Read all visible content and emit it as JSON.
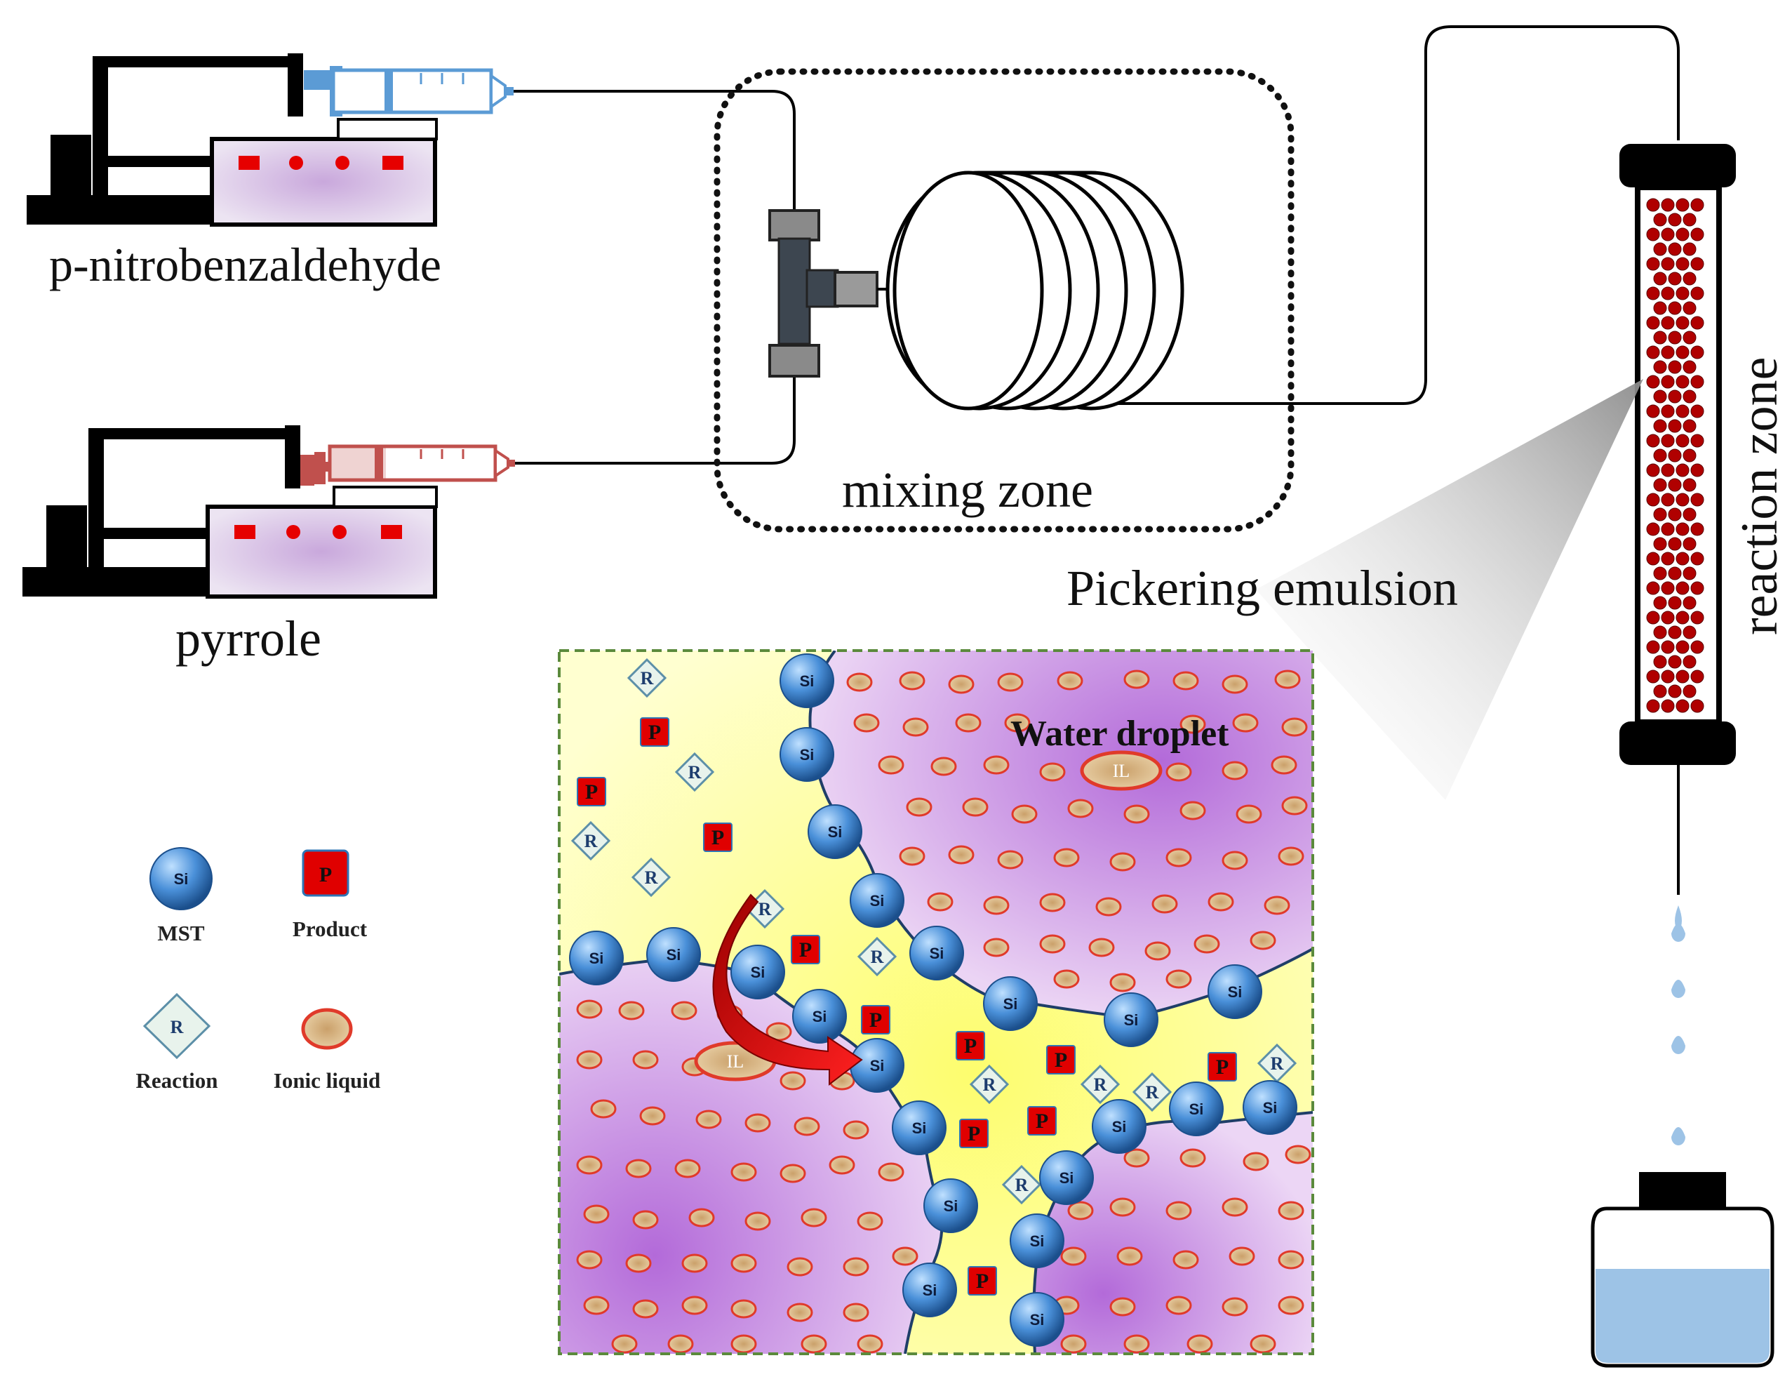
{
  "labels": {
    "reagent_top": "p-nitrobenzaldehyde",
    "reagent_bottom": "pyrrole",
    "mixing_zone": "mixing zone",
    "pickering": "Pickering emulsion",
    "reaction_zone": "reaction zone",
    "water_droplet": "Water droplet"
  },
  "legend": {
    "mst": "MST",
    "product": "Product",
    "reaction": "Reaction",
    "ionic_liquid": "Ionic liquid"
  },
  "symbols": {
    "si": "Si",
    "p": "P",
    "r": "R",
    "il": "IL"
  },
  "colors": {
    "syringe_top": "#5b9bd5",
    "syringe_bottom": "#c0504d",
    "droplet_red": "#c00000",
    "silica_blue": "#2e75b6",
    "oil_yellow": "#ffffb3",
    "water_purple": "#c994e0",
    "liquid_blue": "#9dc3e6"
  }
}
